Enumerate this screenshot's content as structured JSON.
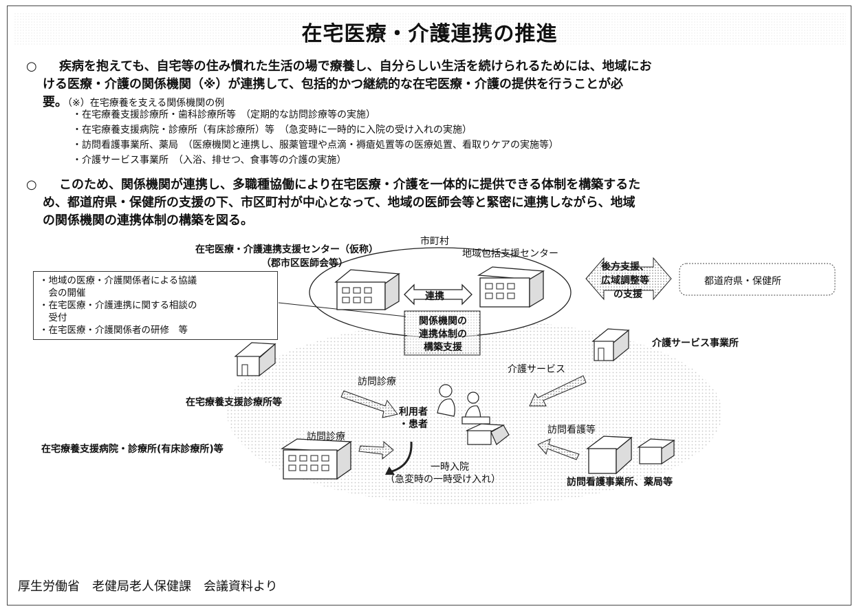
{
  "title": "在宅医療・介護連携の推進",
  "para1": {
    "bullet": "○",
    "lines": [
      "疾病を抱えても、自宅等の住み慣れた生活の場で療養し、自分らしい生活を続けられるためには、地域にお",
      "ける医療・介護の関係機関（※）が連携して、包括的かつ継続的な在宅医療・介護の提供を行うことが必",
      "要。"
    ],
    "note": "（※）在宅療養を支える関係機関の例"
  },
  "examples": [
    "・在宅療養支援診療所・歯科診療所等　（定期的な訪問診療等の実施）",
    "・在宅療養支援病院・診療所（有床診療所）等　（急変時に一時的に入院の受け入れの実施）",
    "・訪問看護事業所、薬局　（医療機関と連携し、服薬管理や点滴・褥瘡処置等の医療処置、看取りケアの実施等）",
    "・介護サービス事業所　（入浴、排せつ、食事等の介護の実施）"
  ],
  "para2": {
    "bullet": "○",
    "lines": [
      "このため、関係機関が連携し、多職種協働により在宅医療・介護を一体的に提供できる体制を構築するた",
      "め、都道府県・保健所の支援の下、市区町村が中心となって、地域の医師会等と緊密に連携しながら、地域",
      "の関係機関の連携体制の構築を図る。"
    ]
  },
  "diagram": {
    "city_label": "市町村",
    "center_label_1": "在宅医療・介護連携支援センター（仮称）",
    "center_label_2": "（郡市区医師会等）",
    "houkatsu_label": "地域包括支援センター",
    "renkei_label": "連携",
    "support_lines": [
      "後方支援、",
      "広域調整等",
      "の支援"
    ],
    "pref_label": "都道府県・保健所",
    "center_roles": [
      "・地域の医療・介護関係者による協議",
      "　会の開催",
      "・在宅医療・介護連携に関する相談の",
      "　受付",
      "・在宅医療・介護関係者の研修　等"
    ],
    "system_lines": [
      "関係機関の",
      "連携体制の",
      "構築支援"
    ],
    "care_service_office": "介護サービス事業所",
    "care_service": "介護サービス",
    "clinic_label": "在宅療養支援診療所等",
    "home_visit_1": "訪問診療",
    "patient_lines": [
      "利用者",
      "・患者"
    ],
    "hospital_label": "在宅療養支援病院・診療所(有床診療所)等",
    "home_visit_2": "訪問診療",
    "nursing_visit": "訪問看護等",
    "temp_admission_1": "一時入院",
    "temp_admission_2": "（急変時の一時受け入れ）",
    "nursing_office": "訪問看護事業所、薬局等"
  },
  "footer": "厚生労働省　老健局老人保健課　会議資料より"
}
